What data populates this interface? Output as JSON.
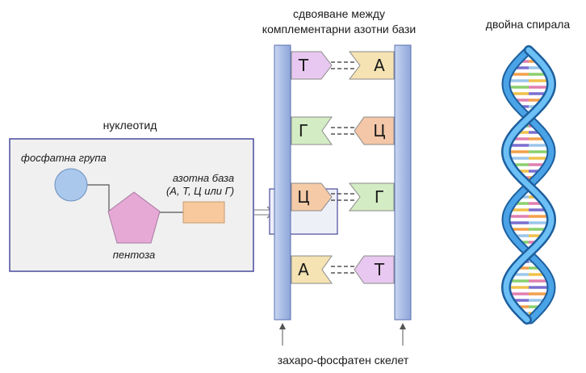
{
  "labels": {
    "nucleotide": "нуклеотид",
    "phosphate": "фосфатна група",
    "base_line1": "азотна база",
    "base_line2": "(А, Т, Ц или Г)",
    "pentose": "пентоза",
    "pairing_line1": "сдвояване между",
    "pairing_line2": "комплементарни азотни бази",
    "double_helix": "двойна спирала",
    "backbone": "захаро-фосфатен скелет"
  },
  "base_pairs": [
    {
      "left": "Т",
      "right": "А",
      "left_color": "#e8c8f0",
      "right_color": "#f5e3b3"
    },
    {
      "left": "Г",
      "right": "Ц",
      "left_color": "#d4ecc4",
      "right_color": "#f3c7a8"
    },
    {
      "left": "Ц",
      "right": "Г",
      "left_color": "#f5cba7",
      "right_color": "#d4ecc4"
    },
    {
      "left": "А",
      "right": "Т",
      "left_color": "#f5e3b3",
      "right_color": "#e8c8f0"
    }
  ],
  "colors": {
    "phosphate": "#a9c8ec",
    "pentose": "#e6a9d6",
    "base": "#f8c99c",
    "backbone": "#b5c6e8",
    "helix_strand": "#3a8fd6",
    "nucleotide_box": "#f0f0f0"
  }
}
